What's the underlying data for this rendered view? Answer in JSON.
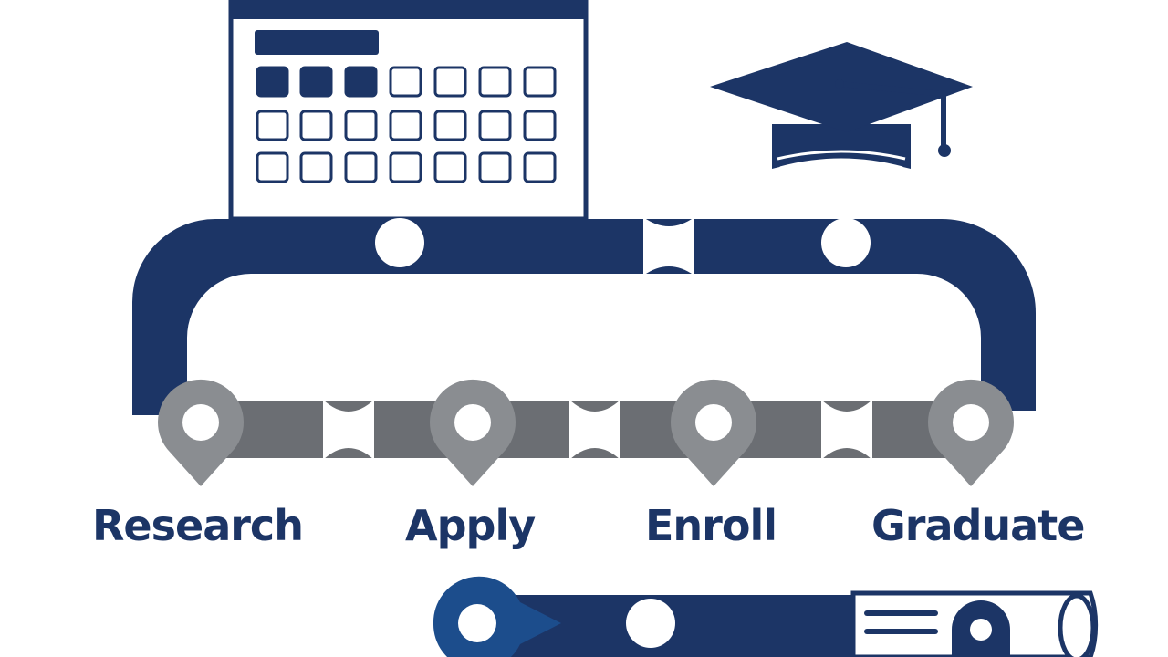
{
  "steps": [
    {
      "label": "Research"
    },
    {
      "label": "Apply"
    },
    {
      "label": "Enroll"
    },
    {
      "label": "Graduate"
    }
  ],
  "icons": {
    "calendar": "calendar-icon",
    "cap": "graduation-cap-icon",
    "pin": "location-pin-icon",
    "diploma": "diploma-scroll-icon"
  },
  "colors": {
    "navy": "#1c3566",
    "grey": "#6b6e73",
    "pin_grey": "#8a8d91",
    "white": "#ffffff"
  }
}
